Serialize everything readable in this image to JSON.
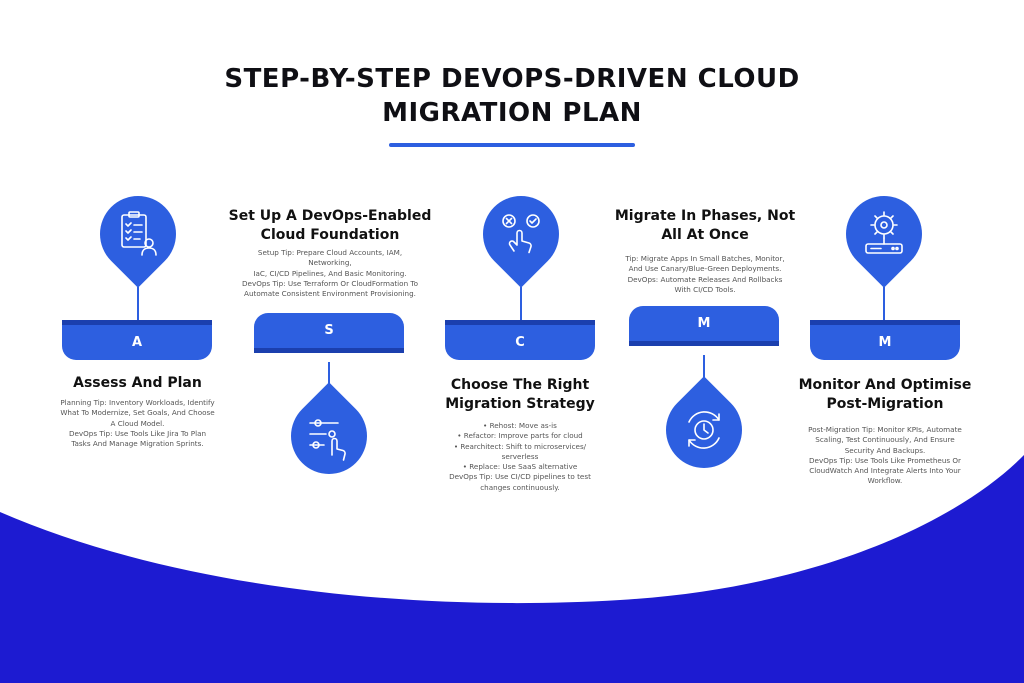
{
  "title": {
    "line1": "STEP-BY-STEP DEVOPS-DRIVEN CLOUD",
    "line2": "MIGRATION PLAN"
  },
  "steps": [
    {
      "letter": "A",
      "title": [
        "Assess And Plan"
      ],
      "icon": "checklist-user-icon",
      "desc": [
        "Planning Tip: Inventory Workloads, Identify",
        "What To Modernize, Set Goals, And Choose",
        "A Cloud Model.",
        "DevOps Tip: Use Tools Like Jira To Plan",
        "Tasks And Manage Migration Sprints."
      ]
    },
    {
      "letter": "S",
      "title": [
        "Set Up A DevOps-Enabled",
        "Cloud Foundation"
      ],
      "icon": "settings-sliders-hand-icon",
      "desc": [
        "Setup Tip: Prepare Cloud Accounts, IAM,",
        "Networking,",
        "IaC, CI/CD Pipelines, And Basic Monitoring.",
        "DevOps Tip: Use Terraform Or CloudFormation To",
        "Automate Consistent Environment Provisioning."
      ]
    },
    {
      "letter": "C",
      "title": [
        "Choose The Right",
        "Migration Strategy"
      ],
      "icon": "choice-hand-icon",
      "desc": [
        "• Rehost: Move as-is",
        "• Refactor: Improve parts for cloud",
        "• Rearchitect: Shift to microservices/",
        "serverless",
        "• Replace: Use SaaS alternative",
        "DevOps Tip: Use CI/CD pipelines to test",
        "changes continuously."
      ]
    },
    {
      "letter": "M",
      "title": [
        "Migrate In Phases, Not",
        "All At Once"
      ],
      "icon": "clock-cycle-icon",
      "desc": [
        "Tip: Migrate Apps In Small Batches, Monitor,",
        "And Use Canary/Blue-Green Deployments.",
        "DevOps: Automate Releases And Rollbacks",
        "With CI/CD Tools."
      ]
    },
    {
      "letter": "M",
      "title": [
        "Monitor And Optimise",
        "Post-Migration"
      ],
      "icon": "gear-server-icon",
      "desc": [
        "Post-Migration Tip: Monitor KPIs, Automate",
        "Scaling, Test Continuously, And Ensure",
        "Security And Backups.",
        "DevOps Tip: Use Tools Like Prometheus Or",
        "CloudWatch And Integrate Alerts Into Your",
        "Workflow."
      ]
    }
  ],
  "colors": {
    "primary": "#2d5fe0",
    "primary_dark": "#1b3fae",
    "wave": "#1d1bd1",
    "title": "#0f0f14",
    "text": "#555555"
  }
}
